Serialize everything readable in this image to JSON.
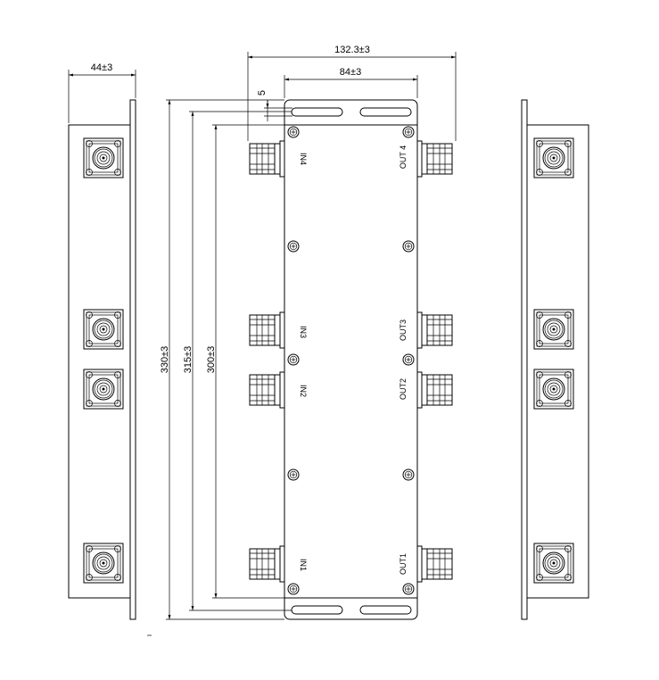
{
  "dimensions": {
    "width_total": "132.3±3",
    "width_body": "84±3",
    "side_depth": "44±3",
    "height_total": "330±3",
    "height_mount": "315±3",
    "height_body": "300±3",
    "hole_offset": "5"
  },
  "ports": {
    "in1": "IN1",
    "in2": "IN2",
    "in3": "IN3",
    "in4": "IN4",
    "out1": "OUT1",
    "out2": "OUT2",
    "out3": "OUT3",
    "out4": "OUT 4"
  },
  "colors": {
    "line": "#000000",
    "background": "#ffffff"
  }
}
